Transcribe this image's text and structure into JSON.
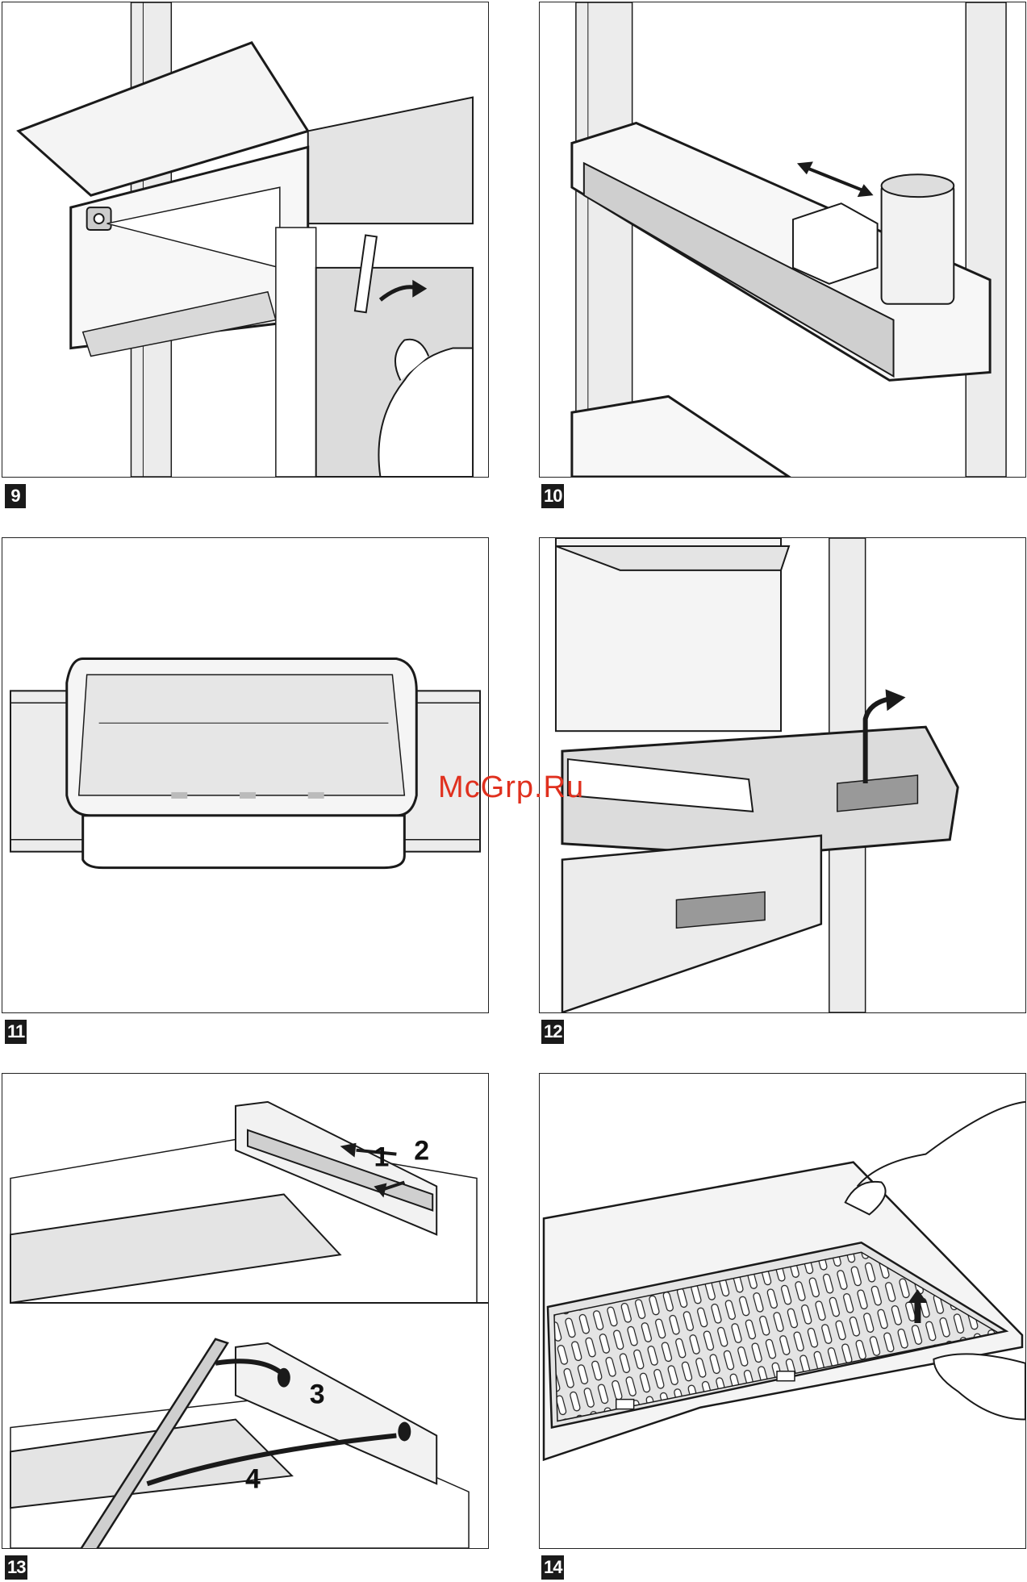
{
  "figures": [
    {
      "id": "9",
      "label": "9"
    },
    {
      "id": "10",
      "label": "10"
    },
    {
      "id": "11",
      "label": "11"
    },
    {
      "id": "12",
      "label": "12"
    },
    {
      "id": "13",
      "label": "13"
    },
    {
      "id": "14",
      "label": "14"
    }
  ],
  "figure13_steps": [
    "1",
    "2",
    "3",
    "4"
  ],
  "watermark": "McGrp.Ru",
  "colors": {
    "line": "#1a1a1a",
    "shade": "#d9d9d9",
    "light": "#ececec",
    "watermark": "#e0301e"
  }
}
